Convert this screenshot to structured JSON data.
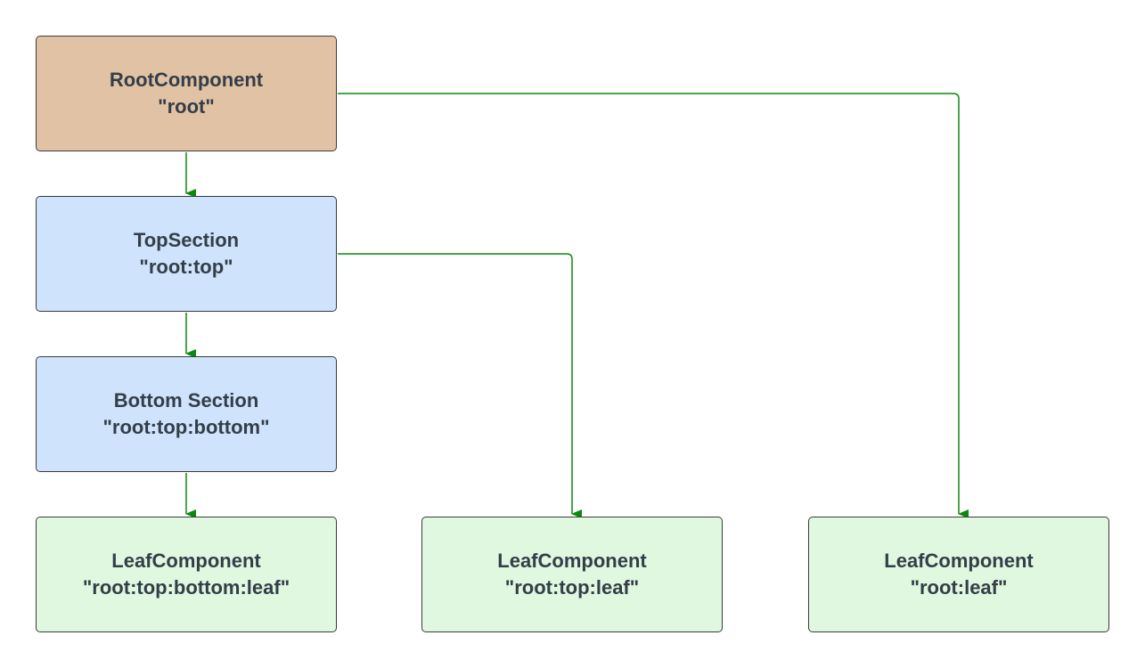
{
  "colors": {
    "root_fill": "#e2c2a4",
    "section_fill": "#cfe3fd",
    "leaf_fill": "#e0f8e0",
    "connector": "#0c880c",
    "border": "#3a3a3a",
    "text": "#333e48"
  },
  "nodes": {
    "root": {
      "title": "RootComponent",
      "path": "\"root\""
    },
    "top": {
      "title": "TopSection",
      "path": "\"root:top\""
    },
    "bottom": {
      "title": "Bottom Section",
      "path": "\"root:top:bottom\""
    },
    "leaf_bottom": {
      "title": "LeafComponent",
      "path": "\"root:top:bottom:leaf\""
    },
    "leaf_top": {
      "title": "LeafComponent",
      "path": "\"root:top:leaf\""
    },
    "leaf_root": {
      "title": "LeafComponent",
      "path": "\"root:leaf\""
    }
  },
  "edges": [
    {
      "from": "root",
      "to": "top"
    },
    {
      "from": "top",
      "to": "bottom"
    },
    {
      "from": "bottom",
      "to": "leaf_bottom"
    },
    {
      "from": "top",
      "to": "leaf_top"
    },
    {
      "from": "root",
      "to": "leaf_root"
    }
  ]
}
